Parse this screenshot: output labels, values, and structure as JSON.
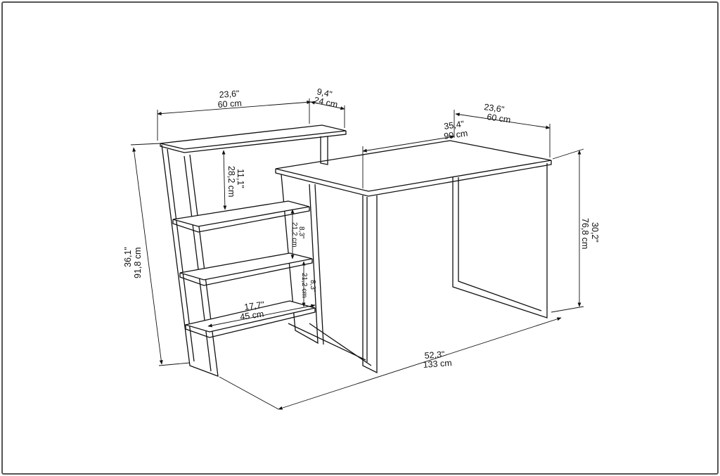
{
  "colors": {
    "line": "#111111",
    "background": "#ffffff",
    "frame": "#555555"
  },
  "dimensions": {
    "top_shelf_width_in": "23,6\"",
    "top_shelf_width_cm": "60 cm",
    "top_shelf_depth_in": "9,4\"",
    "top_shelf_depth_cm": "24 cm",
    "desk_depth_in": "23,6\"",
    "desk_depth_cm": "60 cm",
    "desk_width_in": "35,4\"",
    "desk_width_cm": "90 cm",
    "shelf_gap_top_in": "11,1\"",
    "shelf_gap_top_cm": "28,2 cm",
    "shelf_gap_mid_in": "8,3\"",
    "shelf_gap_mid_cm": "21,2 cm",
    "shelf_gap_low_in": "8,3\"",
    "shelf_gap_low_cm": "21,2 cm",
    "shelf_width_in": "17,7\"",
    "shelf_width_cm": "45 cm",
    "total_height_in": "36,1\"",
    "total_height_cm": "91,8 cm",
    "desk_height_in": "30,2\"",
    "desk_height_cm": "76,8 cm",
    "total_length_in": "52,3\"",
    "total_length_cm": "133 cm"
  }
}
